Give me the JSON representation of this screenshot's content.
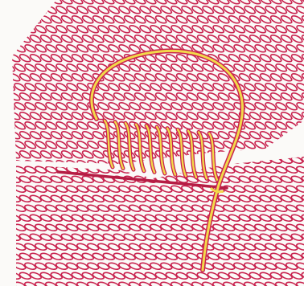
{
  "illustration": {
    "subject": "knitted-seam-sewing",
    "colors": {
      "paper": "#fbfaf8",
      "knit_stitch": "#c8234f",
      "knit_stitch_dark": "#a61840",
      "yarn_fill": "#f2d94a",
      "yarn_outline": "#c8234f",
      "needle": "#b51d44"
    },
    "icons": [
      "upper-knitted-panel",
      "lower-knitted-panel",
      "sewing-yarn",
      "tapestry-needle"
    ]
  }
}
